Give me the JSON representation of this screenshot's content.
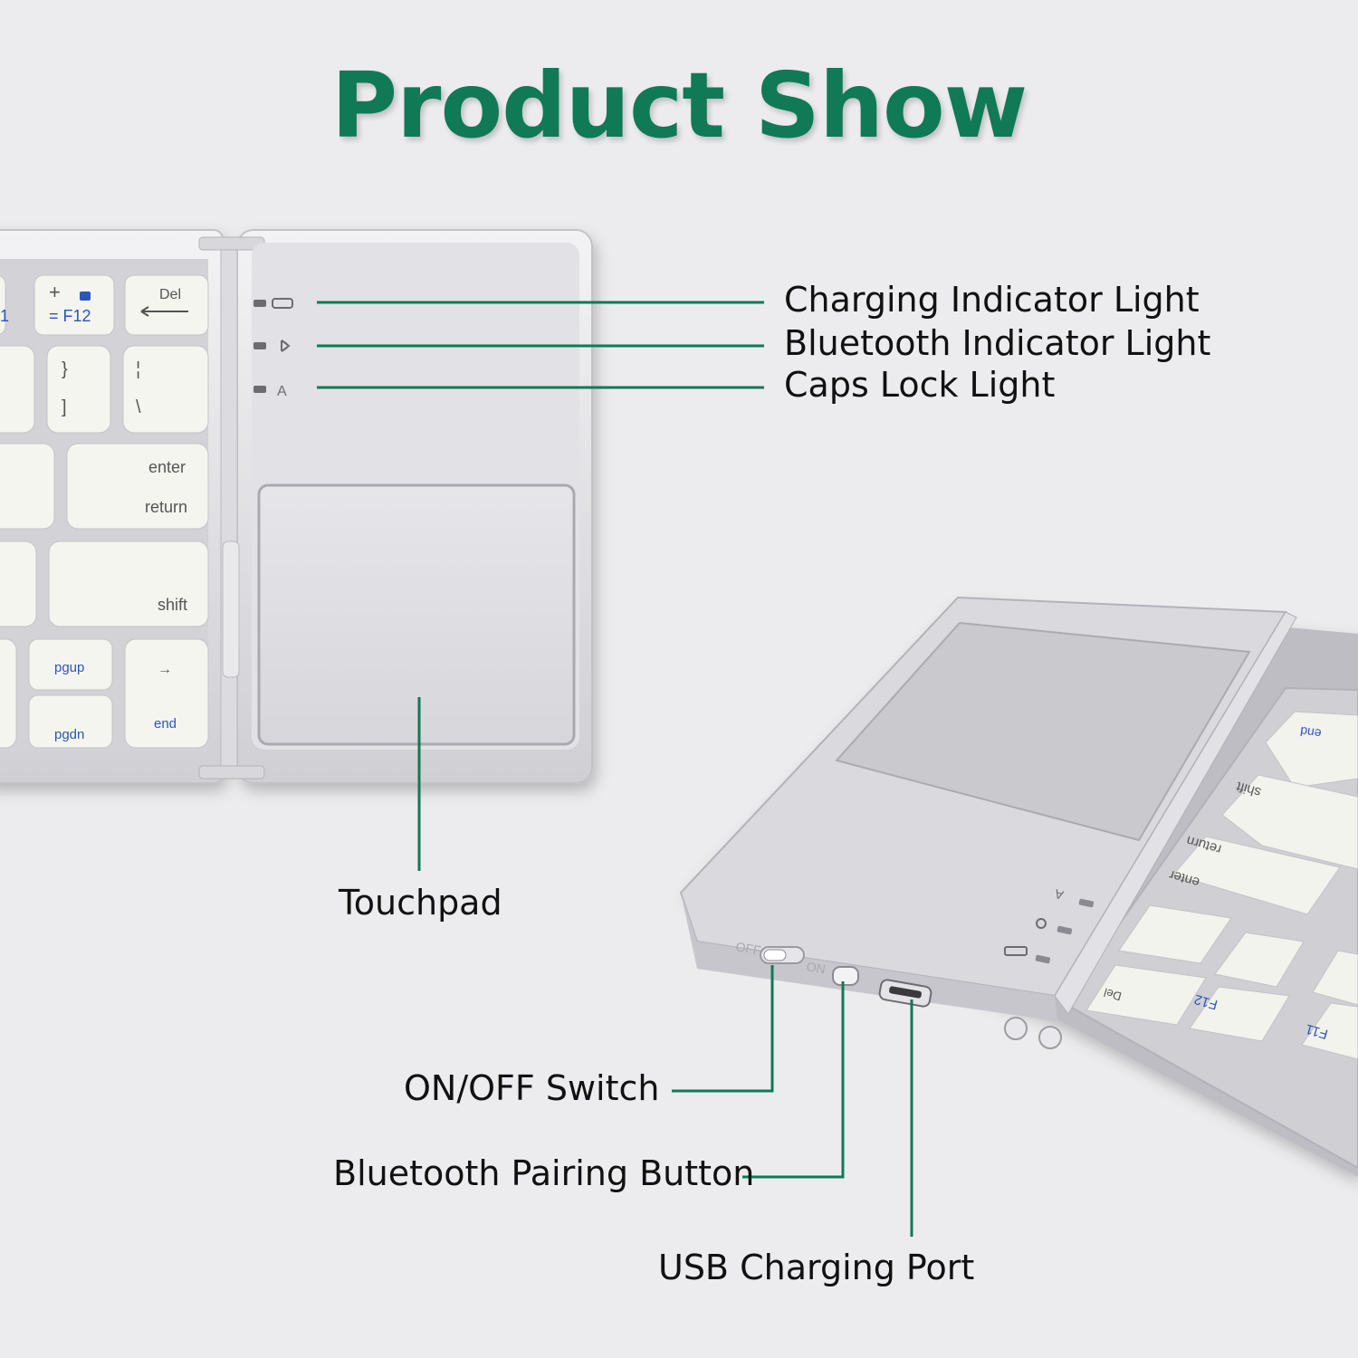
{
  "title": "Product Show",
  "colors": {
    "accent": "#0f7a55",
    "background": "#ececee"
  },
  "callouts": {
    "charging_indicator": "Charging Indicator Light",
    "bluetooth_indicator": "Bluetooth Indicator Light",
    "caps_lock": "Caps Lock Light",
    "touchpad": "Touchpad",
    "on_off_switch": "ON/OFF Switch",
    "pairing_button": "Bluetooth Pairing Button",
    "usb_port": "USB Charging Port"
  },
  "keys_top_view": {
    "f11_fragment": "1",
    "f12_top": "+",
    "f12_bottom": "= F12",
    "del": "Del",
    "brace_top": "}",
    "brace_bottom": "]",
    "pipe_top": "¦",
    "pipe_bottom": "\\",
    "enter": "enter",
    "return": "return",
    "shift": "shift",
    "pgup": "pgup",
    "pgdn": "pgdn",
    "arrow_right": "→",
    "end": "end",
    "indicator_caps": "A"
  },
  "keys_angled_view": {
    "end": "end",
    "shift": "shift",
    "return": "return",
    "enter": "enter",
    "del": "Del",
    "f12": "F12",
    "f11": "F11",
    "off_label": "OFF",
    "on_label": "ON",
    "caps": "A"
  }
}
